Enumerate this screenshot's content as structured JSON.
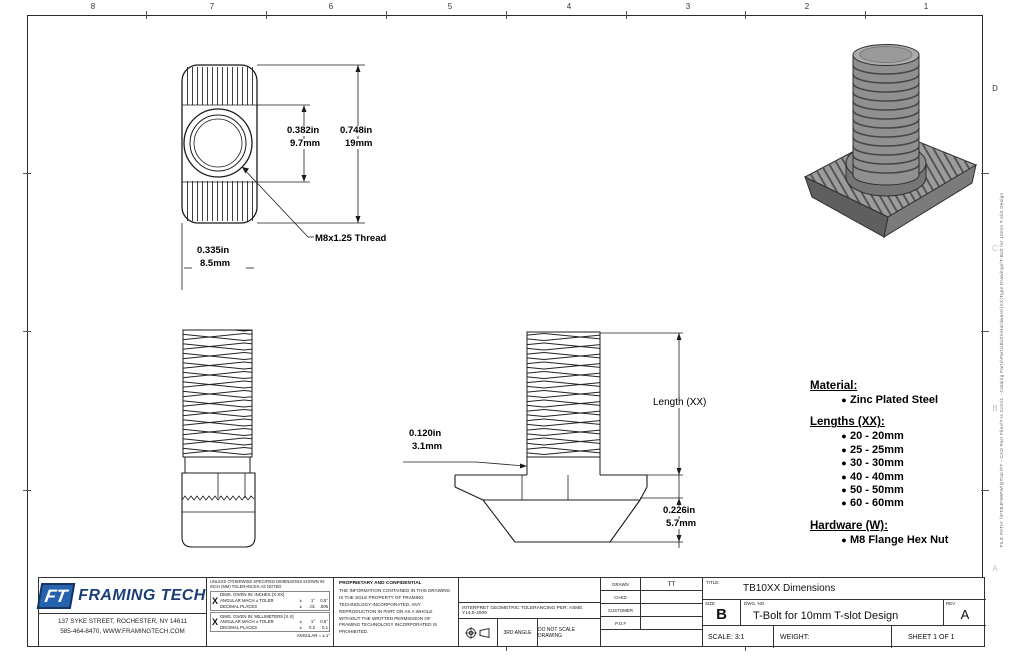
{
  "sheet": {
    "zone_numbers_top": [
      "8",
      "7",
      "6",
      "5",
      "4",
      "3",
      "2",
      "1"
    ],
    "zone_letters_right": [
      "D",
      "C",
      "B",
      "A"
    ],
    "file_path_vertical": "FILE PATH: \\\\FTBJF99PW\\QTrac\\FT - CAD Part Files\\T-H Com\\1 - Catalog Parts\\Parts\\Bolts\\Hardware\\(XX)Type Drawings\\T-Bolt for 10mm T-slot Design"
  },
  "views": {
    "end_view": {
      "dim_bore_in": "0.382in",
      "dim_bore_mm": "9.7mm",
      "dim_height_in": "0.748in",
      "dim_height_mm": "19mm",
      "dim_offset_in": "0.335in",
      "dim_offset_mm": "8.5mm",
      "thread_callout": "M8x1.25 Thread"
    },
    "profile_view": {
      "dim_neck_in": "0.120in",
      "dim_neck_mm": "3.1mm",
      "length_label": "Length (XX)",
      "dim_head_in": "0.226in",
      "dim_head_mm": "5.7mm"
    }
  },
  "notes": {
    "bullet": "●",
    "material_heading": "Material:",
    "material_item": "Zinc Plated Steel",
    "lengths_heading": "Lengths (XX):",
    "lengths_items": [
      "20 - 20mm",
      "25 - 25mm",
      "30 - 30mm",
      "40 - 40mm",
      "50 - 50mm",
      "60 - 60mm"
    ],
    "hardware_heading": "Hardware (W):",
    "hardware_item": "M8 Flange Hex Nut"
  },
  "title_block": {
    "logo_initials": "FT",
    "company": "FRAMING TECH",
    "address_line1": "137 SYKE STREET, ROCHESTER, NY 14611",
    "address_line2": "585-464-8470, WWW.FRAMINGTECH.COM",
    "tolerance": {
      "header": "UNLESS OTHERWISE SPECIFIED DIMENSIONS SHOWN IN: INCH (MM) TOLERANCES AS NOTED",
      "mark": "X",
      "s1t": "DIMS. GIVEN IN: INCHES (X.XX)",
      "s1r1": [
        "ANGULAR MACH ± TOLER",
        "±",
        "1°",
        "0.5°"
      ],
      "s1r2": [
        "DECIMAL PLACES",
        "±",
        ".01",
        ".005"
      ],
      "s2t": "DIMS. GIVEN IN: MILLIMETERS [X.X]",
      "s2r1": [
        "ANGULAR MACH ± TOLER",
        "±",
        "1°",
        "0.5°"
      ],
      "s2r2": [
        "DECIMAL PLACES",
        "±",
        "0.2",
        "0.1"
      ],
      "footer": "ANGULAR = ± 1°"
    },
    "proprietary_heading": "PROPRIETARY AND CONFIDENTIAL",
    "proprietary_body": "THE INFORMATION CONTAINED IN THIS DRAWING IS THE SOLE PROPERTY OF FRAMING TECHNOLOGY INCORPORATED. ANY REPRODUCTION IN PART OR AS A WHOLE WITHOUT THE WRITTEN PERMISSION OF FRAMING TECHNOLOGY INCORPORATED IS PROHIBITED.",
    "interpret_note": "INTERPRET GEOMETRIC TOLERANCING PER: ASME Y14.5-2009",
    "third_angle_label": "3RD ANGLE",
    "do_not_scale": "DO NOT SCALE DRAWING",
    "approvals": [
      {
        "label": "DRAWN",
        "value": "TT"
      },
      {
        "label": "CHKD",
        "value": ""
      },
      {
        "label": "CUSTOMER",
        "value": ""
      },
      {
        "label": "P.O.#",
        "value": ""
      }
    ],
    "title_label": "TITLE:",
    "title_value": "TB10XX Dimensions",
    "size_label": "SIZE",
    "size_value": "B",
    "dwg_label": "DWG.  NO.",
    "dwg_value": "T-Bolt for 10mm T-slot Design",
    "rev_label": "REV",
    "rev_value": "A",
    "scale_text": "SCALE: 3:1",
    "weight_text": "WEIGHT:",
    "sheet_text": "SHEET 1 OF 1"
  },
  "colors": {
    "logo_blue": "#2563ae",
    "logo_navy": "#1a3f77",
    "line": "#1b1b1b"
  }
}
